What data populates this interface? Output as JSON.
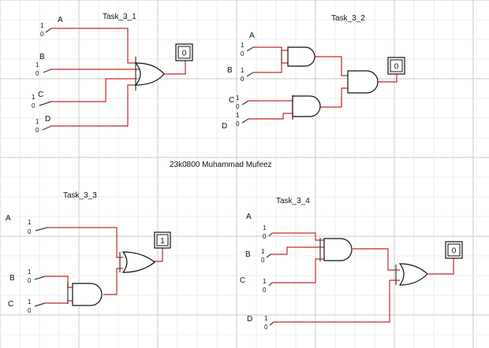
{
  "author": "23k0800 Muhammad Mufeez",
  "switch_states": {
    "high": "1",
    "low": "0"
  },
  "colors": {
    "wire_active": "#c62828",
    "wire_idle": "#3a3a3a",
    "grid": "#c8c8c8"
  },
  "circuits": {
    "task_3_1": {
      "title": "Task_3_1",
      "inputs": {
        "a": "A",
        "b": "B",
        "c": "C",
        "d": "D"
      },
      "gate": "OR",
      "output": "0"
    },
    "task_3_2": {
      "title": "Task_3_2",
      "inputs": {
        "a": "A",
        "b": "B",
        "c": "C",
        "d": "D"
      },
      "gates": [
        "AND",
        "AND",
        "AND"
      ],
      "output": "0"
    },
    "task_3_3": {
      "title": "Task_3_3",
      "inputs": {
        "a": "A",
        "b": "B",
        "c": "C"
      },
      "gates": [
        "AND",
        "OR"
      ],
      "output": "1"
    },
    "task_3_4": {
      "title": "Task_3_4",
      "inputs": {
        "a": "A",
        "b": "B",
        "c": "C",
        "d": "D"
      },
      "gates": [
        "AND",
        "OR"
      ],
      "output": "0"
    }
  }
}
